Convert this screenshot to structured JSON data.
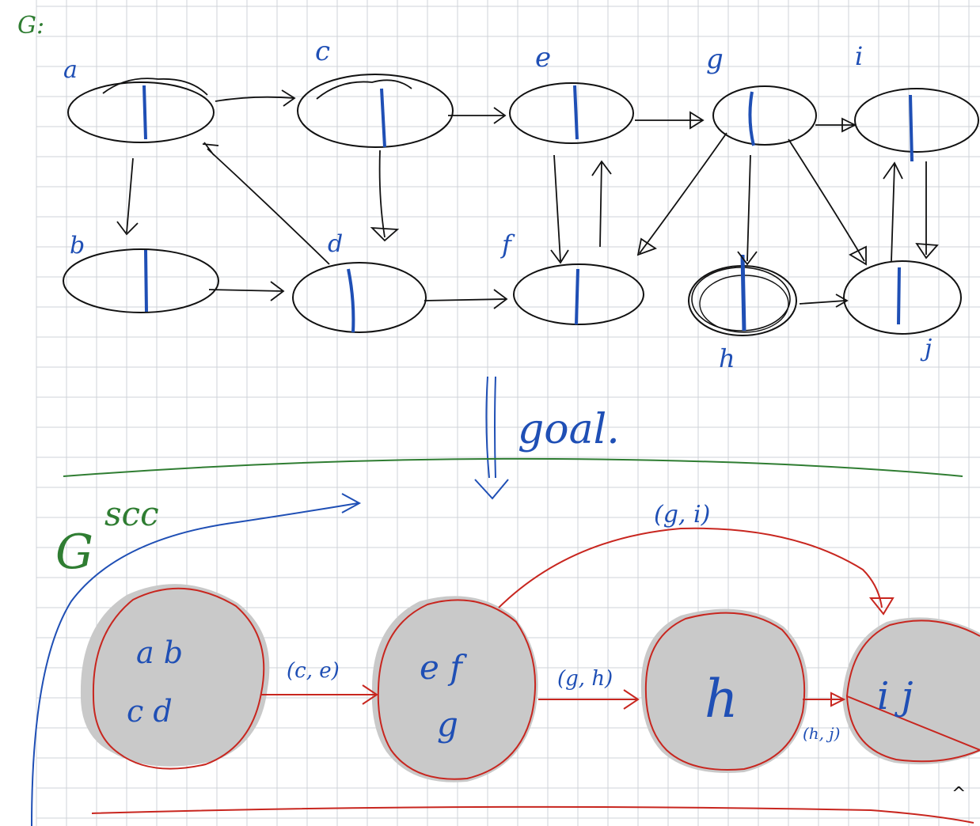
{
  "colors": {
    "paper": "#ffffff",
    "grid": "#cfd3d8",
    "ink_black": "#111111",
    "ink_blue": "#1f4fb5",
    "ink_green": "#2f7d32",
    "ink_red": "#c8261f",
    "blob_fill": "#c9c9c9"
  },
  "top_graph": {
    "title": "G:",
    "vertex_labels": {
      "a": "a",
      "b": "b",
      "c": "c",
      "d": "d",
      "e": "e",
      "f": "f",
      "g": "g",
      "h": "h",
      "i": "i",
      "j": "j"
    }
  },
  "goal_label": "goal.",
  "bottom_graph": {
    "title": "G",
    "title_superscript": "scc",
    "components": [
      {
        "id": "abcd",
        "row1": "a b",
        "row2": "c d"
      },
      {
        "id": "efg",
        "row1": "e f",
        "row2": "g"
      },
      {
        "id": "h",
        "row1": "h",
        "row2": ""
      },
      {
        "id": "ij",
        "row1": "i j",
        "row2": ""
      }
    ],
    "edge_labels": {
      "ce": "(c, e)",
      "gh": "(g, h)",
      "hj": "(h, j)",
      "gi": "(g, i)"
    }
  },
  "corner_mark": "^"
}
